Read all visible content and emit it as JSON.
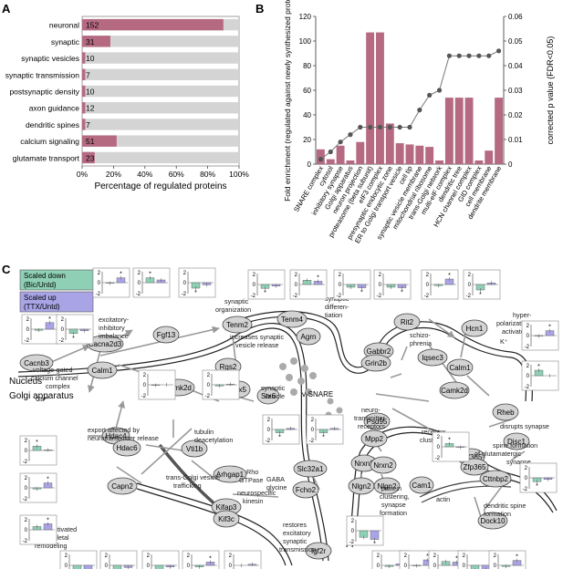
{
  "panel_labels": {
    "a": "A",
    "b": "B",
    "c": "C"
  },
  "chart_data": [
    {
      "type": "bar",
      "orientation": "horizontal",
      "categories": [
        "neuronal",
        "synaptic",
        "synaptic vesicles",
        "synaptic transmission",
        "postsynaptic density",
        "axon guidance",
        "dendritic spines",
        "calcium signaling",
        "glutamate transport"
      ],
      "values": [
        90,
        18,
        2,
        2,
        2,
        2,
        2,
        22,
        8
      ],
      "data_labels": [
        "152",
        "31",
        "10",
        "7",
        "10",
        "12",
        "7",
        "51",
        "23"
      ],
      "xlabel": "Percentage of regulated proteins",
      "xticks": [
        "0%",
        "20%",
        "40%",
        "60%",
        "80%",
        "100%"
      ],
      "xlim": [
        0,
        100
      ],
      "bar_color": "#b56a82",
      "track_color": "#d4d4d4"
    },
    {
      "type": "bar+line",
      "categories": [
        "SNARE complex",
        "cytosol",
        "inhibitory synapse",
        "Golgi apparatus",
        "neuron projection",
        "proteasome (beta subunit)",
        "eIF3 complex",
        "presynaptic endocytic zone",
        "ER to Golgi transport vesicle",
        "cell tip",
        "synaptic vesicle membrane",
        "mitochondrial ribosome",
        "trans-Golgi network",
        "multi-eIF complex",
        "dendritic tree",
        "HCN channel complex",
        "GID complex",
        "cell membrane",
        "dendrite membrane"
      ],
      "bar_values": [
        12,
        4,
        15,
        3,
        18,
        107,
        107,
        33,
        17,
        16,
        15,
        14,
        3,
        54,
        54,
        54,
        3,
        11,
        54
      ],
      "line_values": [
        0.002,
        0.005,
        0.009,
        0.012,
        0.015,
        0.015,
        0.015,
        0.015,
        0.015,
        0.015,
        0.022,
        0.028,
        0.03,
        0.044,
        0.044,
        0.044,
        0.044,
        0.044,
        0.046
      ],
      "ylabel": "Fold enrichment (regulated against newly synthesized proteome)",
      "y2label": "corrected p value (FDR<0.05)",
      "yticks": [
        "0",
        "20",
        "40",
        "60",
        "80",
        "100",
        "120"
      ],
      "y2ticks": [
        "0",
        "0.01",
        "0.02",
        "0.03",
        "0.04",
        "0.05",
        "0.06"
      ],
      "ylim": [
        0,
        120
      ],
      "y2lim": [
        0,
        0.06
      ],
      "bar_color": "#b56a82",
      "line_color": "#555555"
    }
  ],
  "legend": {
    "down": "Scaled down (Bic/Untd)",
    "up": "Scaled up (TTX/Untd)",
    "down_color": "#8ecfb5",
    "up_color": "#a9a4e6"
  },
  "network": {
    "nodes": [
      "Nucleus",
      "Golgi apparatus",
      "Cacnb3",
      "Cacna2d3",
      "Calm1",
      "Camk2d",
      "Fgf13",
      "Tenm2",
      "Tenm4",
      "Agrn",
      "Rgs2",
      "Stx5",
      "Stx6",
      "v-SNARE",
      "Hdac4",
      "Hdac6",
      "Vti1b",
      "Capn2",
      "Arhgap1",
      "Kifap3",
      "Kif3c",
      "Slc32a1",
      "Fcho2",
      "Igf2r",
      "Nrxn2",
      "Nrxn2b",
      "Nlgn2",
      "Nlgn2b",
      "Rit2",
      "Gabbr2",
      "Grin2b",
      "Iqsec3",
      "Hcn1",
      "Calm1b",
      "Camk2db",
      "Rheb",
      "Psd95",
      "Mpp2",
      "Disc1",
      "Znf365",
      "Zfp365",
      "Cttnbp2",
      "Cam1",
      "Dock10"
    ],
    "labels": [
      "Nucleus",
      "Golgi apparatus",
      "Cacnb3",
      "Cacna2d3",
      "Calm1",
      "Camk2d",
      "Fgf13",
      "Tenm2",
      "Tenm4",
      "Agrn",
      "Rgs2",
      "Stx5",
      "Stx6",
      "v-SNARE",
      "Hdac4",
      "Hdac6",
      "Vti1b",
      "Capn2",
      "Arhgap1",
      "Kifap3",
      "Kif3c",
      "Slc32a1",
      "Fcho2",
      "Igf2r",
      "Nrxn2",
      "Nrxn2",
      "Nlgn2",
      "Nlgn2",
      "Rit2",
      "Gabbr2",
      "Grin2b",
      "Iqsec3",
      "Hcn1",
      "Calm1",
      "Camk2d",
      "Rheb",
      "Psd95",
      "Mpp2",
      "Disc1",
      "Znf365",
      "Zfp365",
      "Cttnbp2",
      "Cam1",
      "Dock10"
    ],
    "annotations": [
      "synaptic organization",
      "synaptic differentiation",
      "increases synaptic vesicle release",
      "excitatory-inhibitory imbalance",
      "voltage-gated calcium channel complex",
      "Ca²⁺",
      "export affected by neurotransmitter release",
      "tubulin deacetylation",
      "trans-Golgi vesicle trafficking",
      "Rho GTPase",
      "neurospecific kinesin",
      "GABA glycine",
      "restores excitatory synaptic transmission",
      "Ca²⁺ activated cytoskeletal remodeling",
      "schizo-phrenia",
      "hyper-polarization activated",
      "K⁺",
      "neuro-transmitter receptors",
      "receptor clustering",
      "disrupts synapse formation",
      "spine formation of glutamatergic synapse",
      "protein clustering, synapse formation",
      "actin",
      "dendritic spine formation",
      "synaptic vesicle"
    ]
  },
  "axis_glyphs": {
    "plus": "2",
    "zero": "0",
    "minus1": "-1",
    "minus2": "-2",
    "asterisk": "*"
  }
}
